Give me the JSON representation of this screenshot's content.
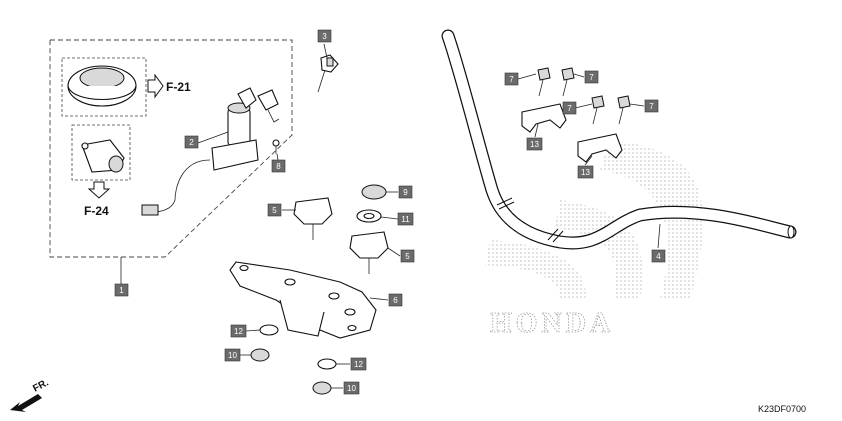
{
  "diagram": {
    "references": {
      "fuel_cap": "F-21",
      "seat_lock": "F-24"
    },
    "direction_marker": "FR.",
    "diagram_code": "K23DF0700",
    "watermark": "HONDA",
    "callouts": [
      "1",
      "2",
      "3",
      "4",
      "5",
      "5",
      "6",
      "7",
      "7",
      "7",
      "7",
      "8",
      "9",
      "10",
      "10",
      "11",
      "12",
      "12",
      "13",
      "13"
    ]
  }
}
